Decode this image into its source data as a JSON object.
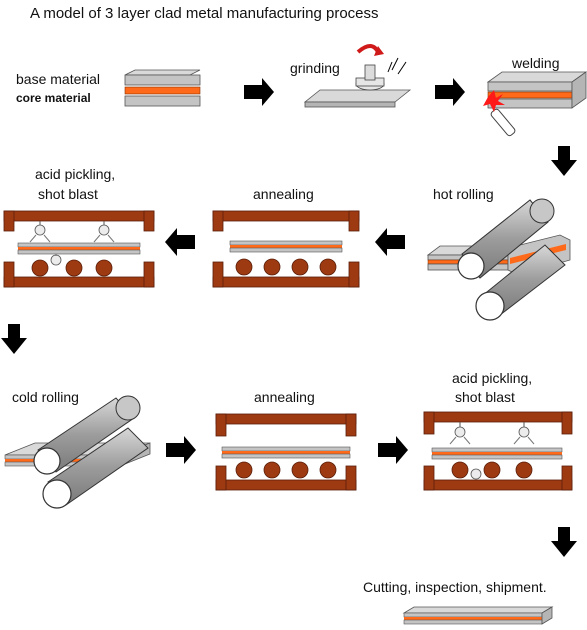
{
  "title": "A model of 3 layer clad metal manufacturing process",
  "labels": {
    "base_material": "base material",
    "core_material": "core material",
    "grinding": "grinding",
    "welding": "welding",
    "hot_rolling": "hot rolling",
    "annealing_1": "annealing",
    "acid_pickling_1_line1": "acid pickling,",
    "acid_pickling_1_line2": "shot blast",
    "cold_rolling": "cold rolling",
    "annealing_2": "annealing",
    "acid_pickling_2_line1": "acid pickling,",
    "acid_pickling_2_line2": "shot blast",
    "final": "Cutting,  inspection, shipment."
  },
  "colors": {
    "core_orange": "#ff6a1a",
    "plate_gray": "#c9c9c9",
    "furnace_brown": "#9e3a12",
    "roller_gray": "#a9a9a9",
    "arrow_black": "#000000",
    "flame_red": "#ff1a1a"
  }
}
